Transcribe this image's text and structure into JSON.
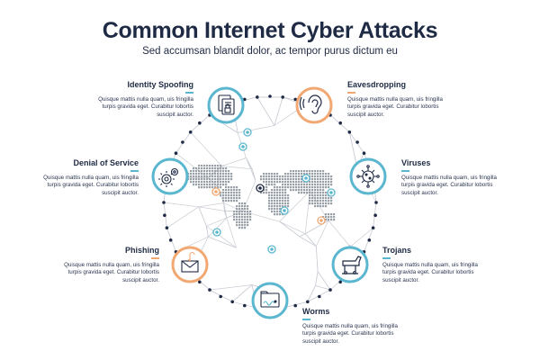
{
  "header": {
    "title": "Common Internet Cyber Attacks",
    "subtitle": "Sed accumsan blandit dolor, ac tempor purus dictum eu"
  },
  "colors": {
    "navy": "#1f2a44",
    "teal": "#5bb7cf",
    "orange": "#f2a873",
    "line_gray": "#c8ccd3",
    "map_gray": "#9aa0a8"
  },
  "attacks": [
    {
      "name": "Identity Spoofing",
      "icon": "document-lock-icon",
      "accent": "teal",
      "text": "Quisque mattis nulla quam, uis fringilla turpis gravida eget. Curabitur lobortis suscipit auctor."
    },
    {
      "name": "Eavesdropping",
      "icon": "ear-icon",
      "accent": "orange",
      "text": "Quisque mattis nulla quam, uis fringilla turpis gravida eget. Curabitur lobortis suscipit auctor."
    },
    {
      "name": "Denial of Service",
      "icon": "gears-icon",
      "accent": "teal",
      "text": "Quisque mattis nulla quam, uis fringilla turpis gravida eget. Curabitur lobortis suscipit auctor."
    },
    {
      "name": "Viruses",
      "icon": "virus-icon",
      "accent": "teal",
      "text": "Quisque mattis nulla quam, uis fringilla turpis gravida eget. Curabitur lobortis suscipit auctor."
    },
    {
      "name": "Phishing",
      "icon": "envelope-hook-icon",
      "accent": "orange",
      "text": "Quisque mattis nulla quam, uis fringilla turpis gravida eget. Curabitur lobortis suscipit auctor."
    },
    {
      "name": "Trojans",
      "icon": "trojan-horse-icon",
      "accent": "teal",
      "text": "Quisque mattis nulla quam, uis fringilla turpis gravida eget. Curabitur lobortis suscipit auctor."
    },
    {
      "name": "Worms",
      "icon": "worm-folder-icon",
      "accent": "teal",
      "text": "Quisque mattis nulla quam, uis fringilla turpis gravida eget. Curabitur lobortis suscipit auctor."
    }
  ]
}
